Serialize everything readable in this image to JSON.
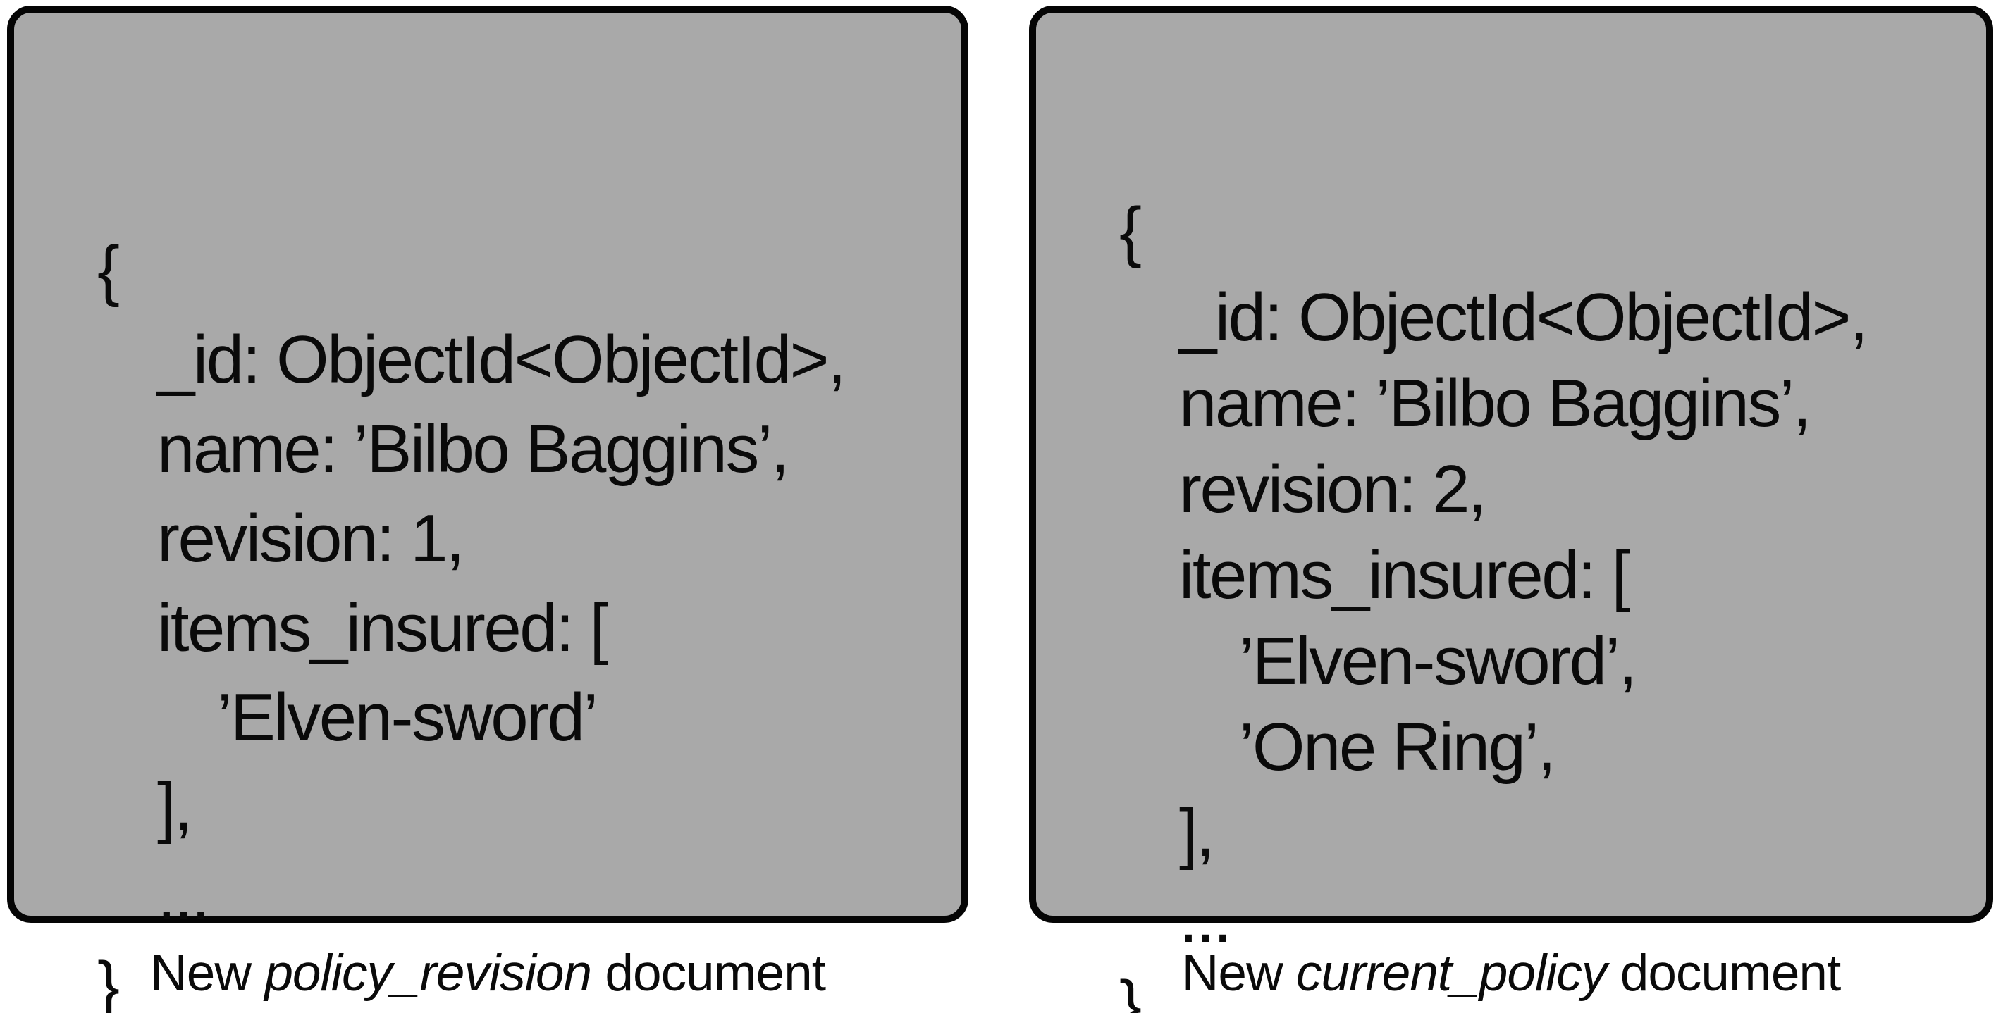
{
  "figure": {
    "background_color": "#ffffff",
    "box_fill_color": "#a9a9a9",
    "box_border_color": "#050505",
    "text_color": "#0a0a0a"
  },
  "panels": [
    {
      "id": "policy-revision",
      "caption": {
        "before": "New ",
        "emphasis": "policy_revision",
        "after": " document"
      },
      "lines": [
        {
          "indent": 0,
          "text": "{"
        },
        {
          "indent": 1,
          "text": "_id: ObjectId<ObjectId>,"
        },
        {
          "indent": 1,
          "text": "name: ’Bilbo Baggins’,"
        },
        {
          "indent": 1,
          "text": "revision: 1,"
        },
        {
          "indent": 1,
          "text": "items_insured: ["
        },
        {
          "indent": 2,
          "text": "’Elven-sword’"
        },
        {
          "indent": 1,
          "text": "],"
        },
        {
          "indent": 1,
          "text": "..."
        },
        {
          "indent": 0,
          "text": "}"
        }
      ]
    },
    {
      "id": "current-policy",
      "caption": {
        "before": "New ",
        "emphasis": "current_policy",
        "after": " document"
      },
      "lines": [
        {
          "indent": 0,
          "text": "{"
        },
        {
          "indent": 1,
          "text": "_id: ObjectId<ObjectId>,"
        },
        {
          "indent": 1,
          "text": "name: ’Bilbo Baggins’,"
        },
        {
          "indent": 1,
          "text": "revision: 2,"
        },
        {
          "indent": 1,
          "text": "items_insured: ["
        },
        {
          "indent": 2,
          "text": "’Elven-sword’,"
        },
        {
          "indent": 2,
          "text": "’One Ring’,"
        },
        {
          "indent": 1,
          "text": "],"
        },
        {
          "indent": 1,
          "text": "..."
        },
        {
          "indent": 0,
          "text": "}"
        }
      ]
    }
  ]
}
